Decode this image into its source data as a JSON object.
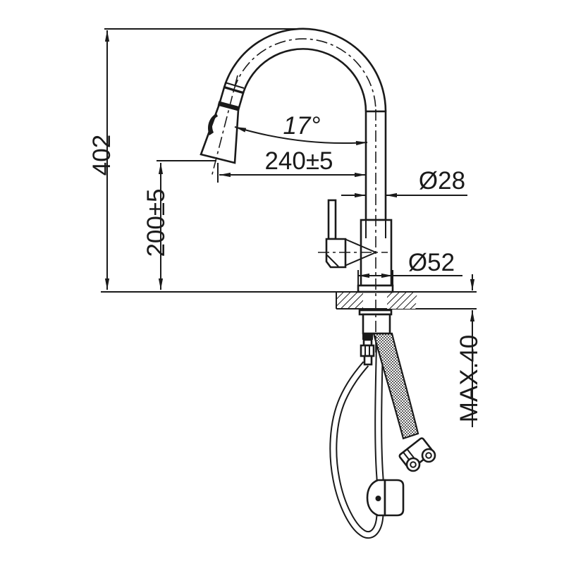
{
  "drawing": {
    "type": "technical-drawing",
    "subject": "pull-down kitchen faucet installation dimensions",
    "background_color": "#ffffff",
    "line_color": "#1a1a1a",
    "dimensions": {
      "total_height": "402",
      "spout_outlet_height": "200±5",
      "spout_angle": "17°",
      "spout_reach": "240±5",
      "spout_pipe_diameter": "Ø28",
      "base_diameter": "Ø52",
      "max_deck_thickness": "MAX.40"
    }
  }
}
